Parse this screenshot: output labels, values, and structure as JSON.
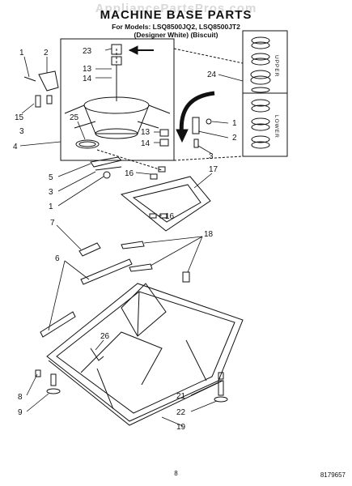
{
  "watermark": "AppliancePartsPros.com",
  "title": "MACHINE BASE PARTS",
  "models_line": "For Models: LSQ8500JQ2, LSQ8500JT2",
  "variants_line": "(Designer White)   (Biscuit)",
  "upper_label": "UPPER",
  "lower_label": "LOWER",
  "callouts": [
    "1",
    "2",
    "15",
    "3",
    "4",
    "25",
    "23",
    "13",
    "14",
    "24",
    "1",
    "2",
    "3",
    "13",
    "14",
    "5",
    "3",
    "1",
    "16",
    "17",
    "16",
    "7",
    "18",
    "6",
    "26",
    "8",
    "9",
    "21",
    "22",
    "19"
  ],
  "page_number": "8",
  "doc_number": "8179657"
}
